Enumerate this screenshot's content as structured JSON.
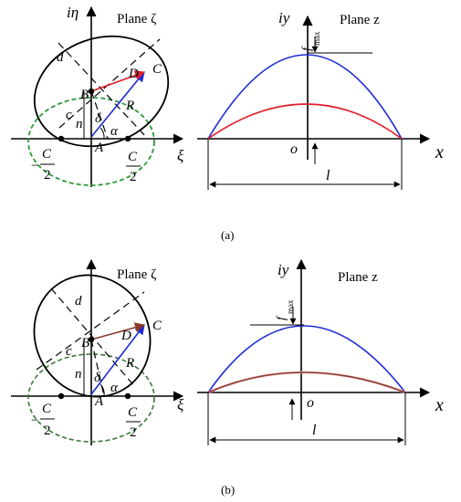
{
  "panel_a": {
    "plane_zeta_label": "Plane ζ",
    "plane_z_label": "Plane z",
    "axis_ieta": "iη",
    "axis_xi": "ξ",
    "axis_iy": "iy",
    "axis_x": "x",
    "origin_o": "o",
    "length_l": "l",
    "fmax_f": "f",
    "fmax_sub": "max",
    "pt_B": "B",
    "pt_D": "D",
    "pt_C": "C",
    "pt_A": "A",
    "lbl_d": "d",
    "lbl_c": "c",
    "lbl_n": "n",
    "lbl_R": "R",
    "lbl_delta": "δ",
    "lbl_alpha": "α",
    "neg_C": "C",
    "neg_sign": "−",
    "two_left": "2",
    "pos_C": "C",
    "two_right": "2",
    "caption": "(a)"
  },
  "panel_b": {
    "plane_zeta_label": "Plane ζ",
    "plane_z_label": "Plane z",
    "axis_iy": "iy",
    "axis_xi": "ξ",
    "axis_x": "x",
    "origin_o": "o",
    "length_l": "l",
    "fmax_f": "f",
    "fmax_sub": "max",
    "pt_B": "B",
    "pt_D": "D",
    "pt_C": "C",
    "pt_A": "A",
    "lbl_d": "d",
    "lbl_c": "c",
    "lbl_n": "n",
    "lbl_R": "R",
    "lbl_delta": "δ",
    "lbl_alpha": "α",
    "neg_C": "C",
    "neg_sign": "−",
    "two_left": "2",
    "pos_C": "C",
    "two_right": "2",
    "caption": "(b)"
  },
  "colors": {
    "blue_curve": "#1f2bd6",
    "red_curve": "#e0202a",
    "brown_curve": "#8b3a2a",
    "green_circle": "#2e9a3a"
  }
}
